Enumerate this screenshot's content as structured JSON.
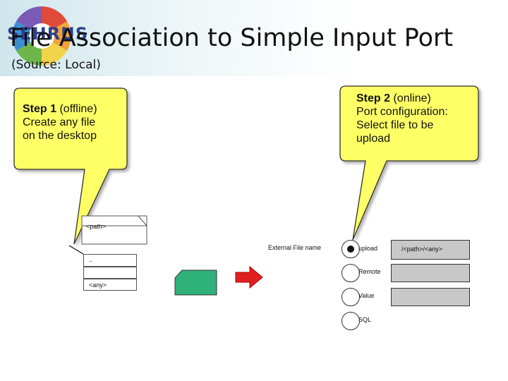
{
  "slide": {
    "logo_text": "SEHRUS",
    "title": "File Association to Simple Input Port",
    "subtitle": "(Source: Local)"
  },
  "callout_left": {
    "step": "Step 1",
    "step_note": "(offline)",
    "line2": "Create any file",
    "line3": "on the desktop"
  },
  "callout_right": {
    "step": "Step 2",
    "step_note": "(online)",
    "line2": "Port configuration:",
    "line3": "Select file to be",
    "line4": "upload"
  },
  "file_tree": {
    "folder_label": "<path>",
    "row1": "..",
    "row3": "<any>"
  },
  "port_config": {
    "field_label": "External File name",
    "options": [
      {
        "label": "upload",
        "selected": true,
        "value": "/<path>/<any>"
      },
      {
        "label": "Remote",
        "selected": false,
        "value": ""
      },
      {
        "label": "Value",
        "selected": false,
        "value": ""
      },
      {
        "label": "SQL",
        "selected": false,
        "value": ""
      }
    ]
  },
  "colors": {
    "port_shape": "#2fb27a",
    "arrow": "#e02020",
    "callout_fill": "#ffff66"
  }
}
